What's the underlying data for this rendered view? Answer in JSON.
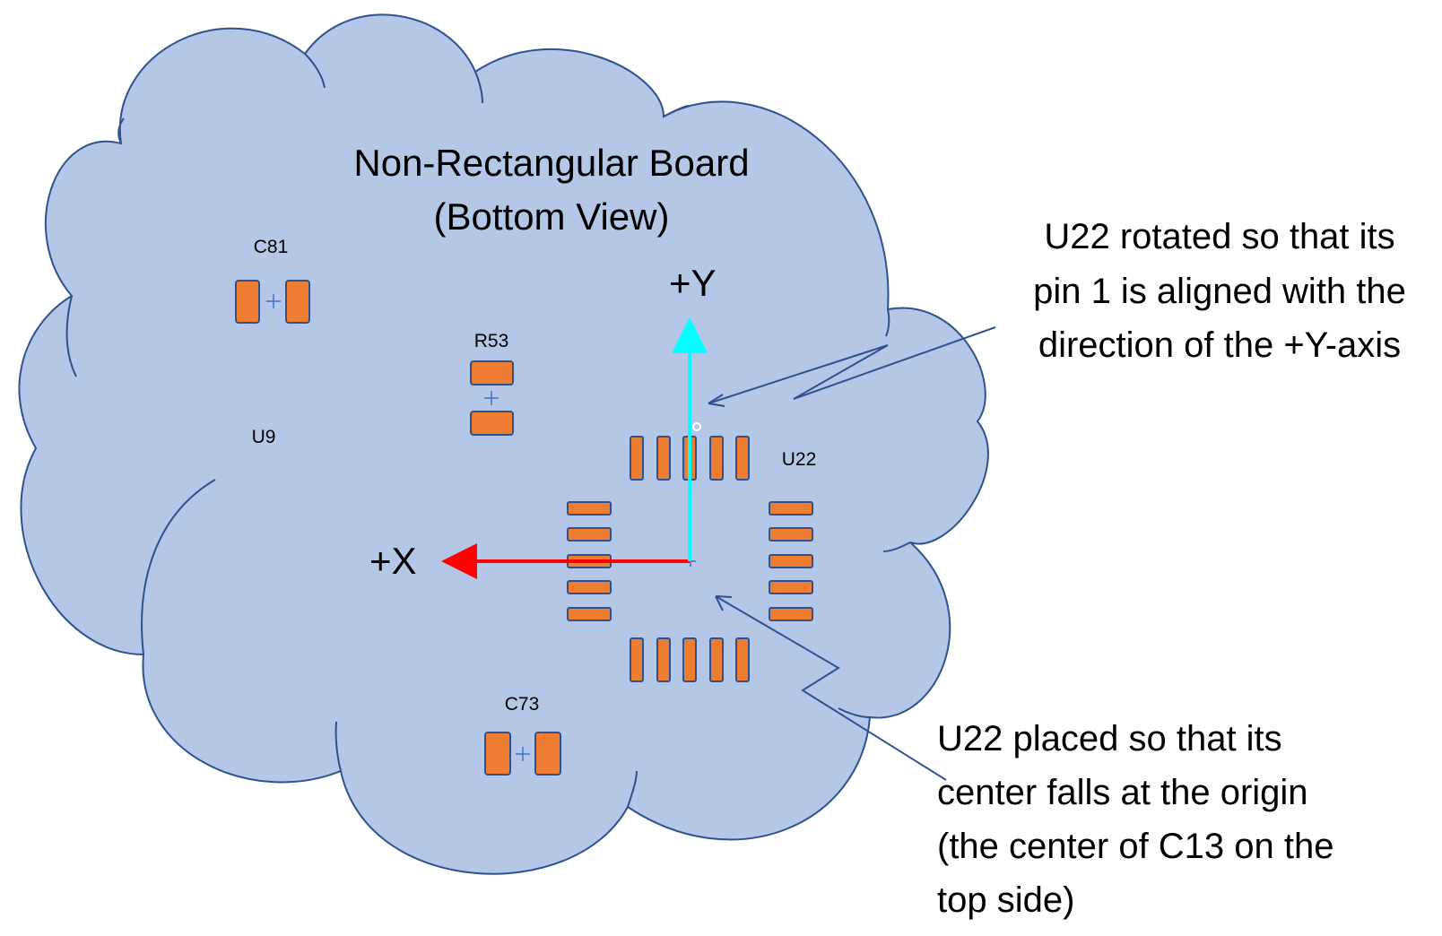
{
  "board": {
    "title_line1": "Non-Rectangular Board",
    "title_line2": "(Bottom View)",
    "fill_color": "#b4c7e7",
    "outline_color": "#2f528f"
  },
  "components": {
    "c81": "C81",
    "r53": "R53",
    "u9": "U9",
    "u22": "U22",
    "c73": "C73",
    "pad_color": "#ed7d31"
  },
  "axes": {
    "x_label": "+X",
    "y_label": "+Y",
    "x_color": "#ff0000",
    "y_color": "#00ffff"
  },
  "callouts": {
    "rotation": [
      "U22 rotated so that its",
      "pin 1 is aligned with the",
      "direction of the +Y-axis"
    ],
    "placement": [
      "U22 placed so that its",
      "center falls at the origin",
      "(the center of C13 on the",
      "top side)"
    ],
    "arrow_color": "#2f528f"
  }
}
